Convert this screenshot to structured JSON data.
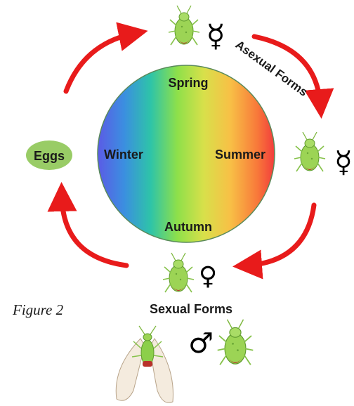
{
  "diagram": {
    "seasons": {
      "top": "Spring",
      "left": "Winter",
      "right": "Summer",
      "bottom": "Autumn"
    },
    "eggs_label": "Eggs",
    "asexual_label": "Asexual Forms",
    "sexual_label": "Sexual Forms",
    "figure_caption": "Figure 2",
    "symbols": {
      "asexual": "☿",
      "female": "♀",
      "male": "♂"
    },
    "colors": {
      "arrow": "#e81b1b",
      "eggs_fill": "#99cc66",
      "aphid_green": "#8ccf4a",
      "aphid_red": "#b8322a"
    },
    "icons": [
      "aphid-icon",
      "winged-aphid-icon"
    ]
  }
}
